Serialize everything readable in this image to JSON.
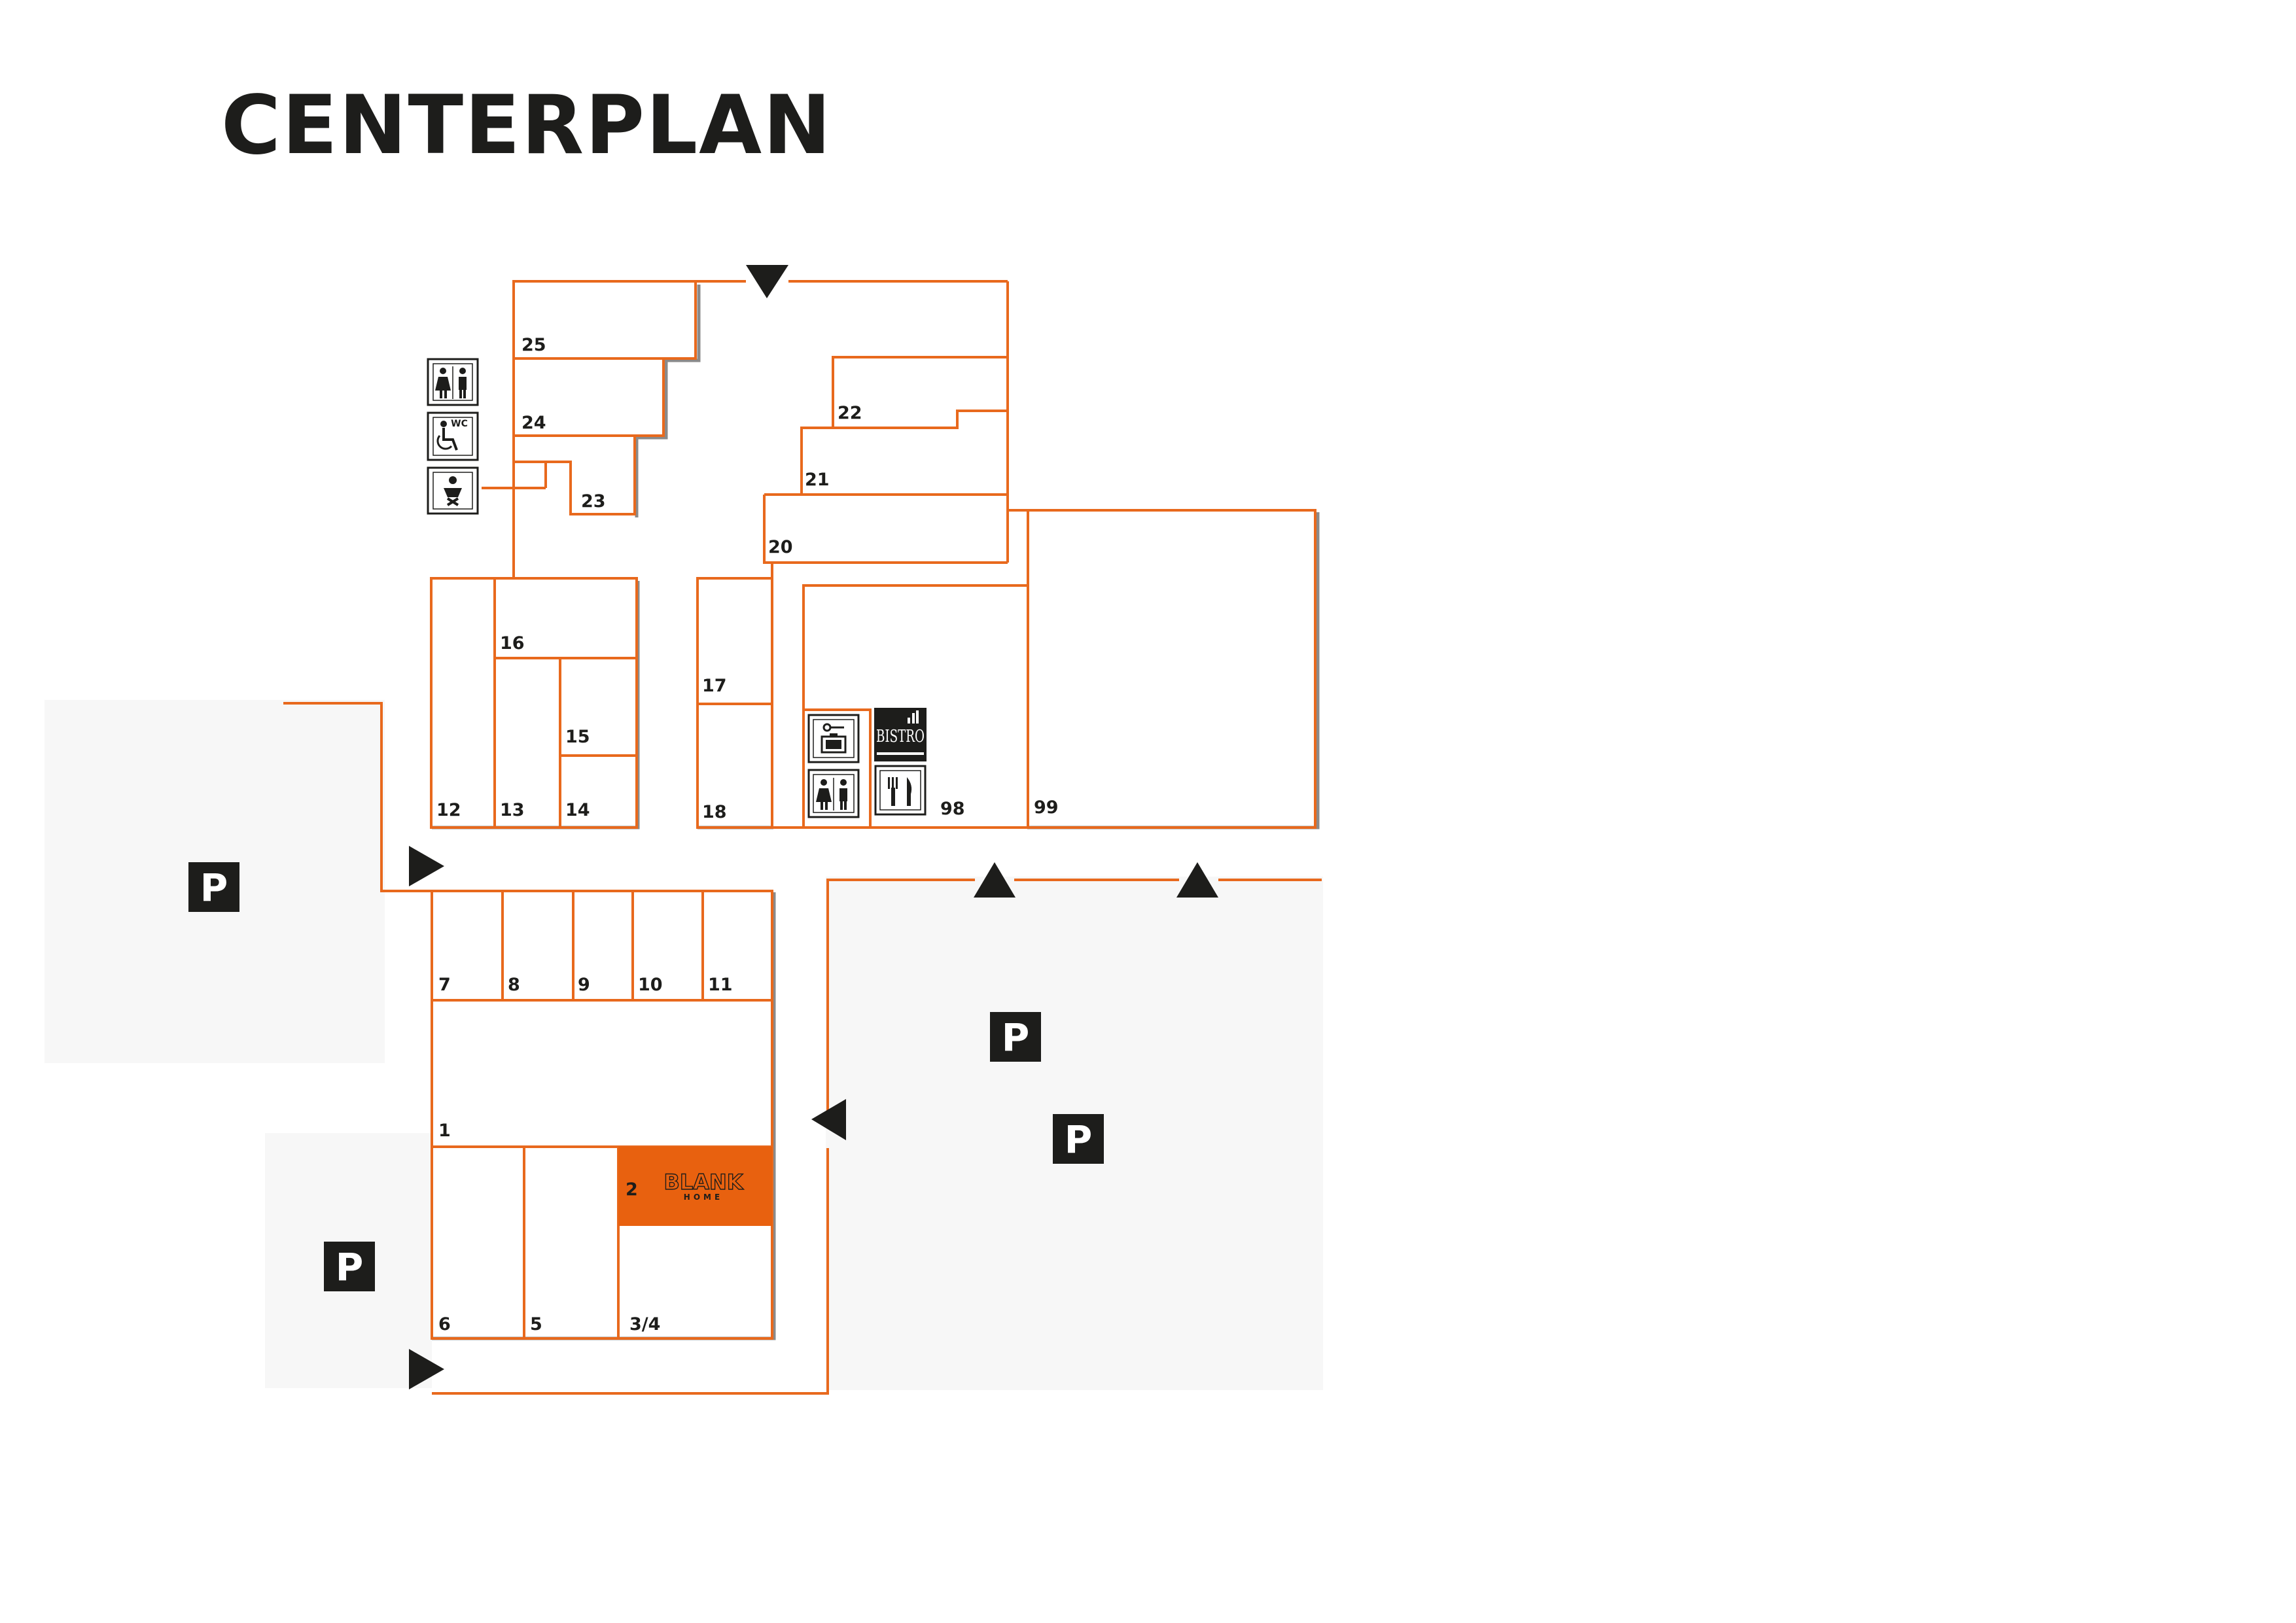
{
  "page": {
    "title": "CENTERPLAN"
  },
  "units": {
    "u1": "1",
    "u2": "2",
    "u34": "3/4",
    "u5": "5",
    "u6": "6",
    "u7": "7",
    "u8": "8",
    "u9": "9",
    "u10": "10",
    "u11": "11",
    "u12": "12",
    "u13": "13",
    "u14": "14",
    "u15": "15",
    "u16": "16",
    "u17": "17",
    "u18": "18",
    "u20": "20",
    "u21": "21",
    "u22": "22",
    "u23": "23",
    "u24": "24",
    "u25": "25",
    "u98": "98",
    "u99": "99"
  },
  "brand": {
    "name": "BLANK",
    "sub": "HOME"
  },
  "bistro": {
    "label": "BISTRO"
  },
  "wc": {
    "label": "WC"
  },
  "parking": {
    "label": "P"
  },
  "colors": {
    "outline": "#e8691d",
    "highlight": "#e8610f",
    "parking_area": "#f7f7f7",
    "dark": "#1d1d1b",
    "shadow": "#8a8a8a"
  },
  "icons": [
    "toilets-icon",
    "accessible-wc-icon",
    "baby-changing-icon",
    "info-desk-icon",
    "restaurant-icon",
    "entrance-arrow-icon",
    "parking-icon"
  ]
}
